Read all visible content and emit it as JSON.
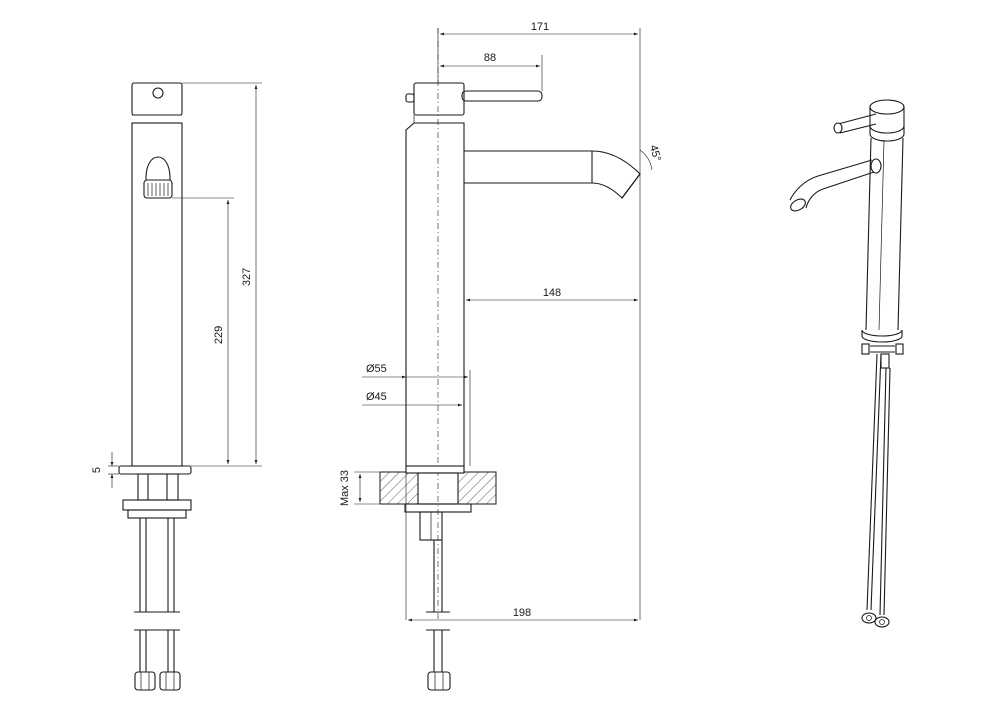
{
  "diagram": {
    "dimensions": {
      "front_total_height": "327",
      "front_spout_height": "229",
      "front_base_thickness": "5",
      "side_total_reach": "171",
      "side_lever_reach": "88",
      "side_spout_reach": "148",
      "side_outer_diameter": "Ø55",
      "side_body_diameter": "Ø45",
      "side_max_deck_thickness": "Max 33",
      "side_overall_base": "198",
      "side_spout_angle": "45°"
    }
  }
}
